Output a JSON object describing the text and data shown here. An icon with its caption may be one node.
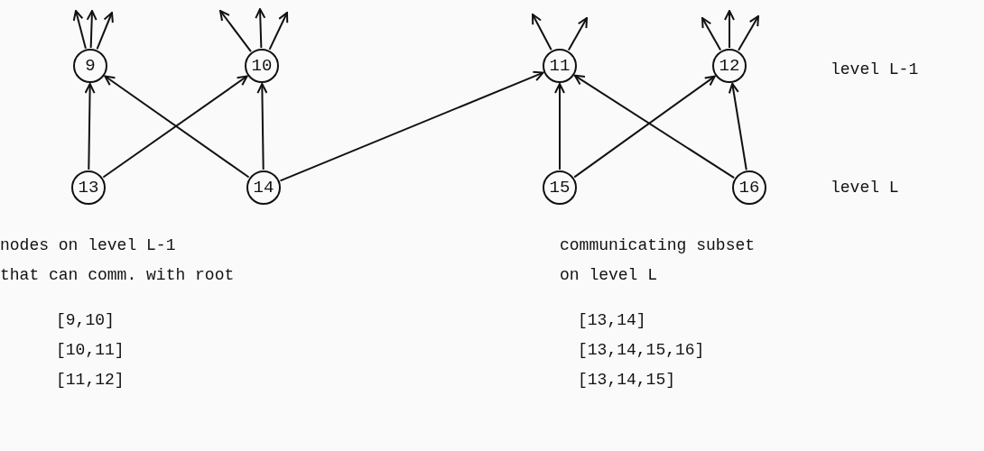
{
  "diagram": {
    "nodes": [
      {
        "text": [
          "9"
        ]
      },
      {
        "text": [
          "10"
        ]
      },
      {
        "text": [
          "11"
        ]
      },
      {
        "text": [
          "12"
        ]
      },
      {
        "text": [
          "13"
        ]
      },
      {
        "text": [
          "14"
        ]
      },
      {
        "text": [
          "15"
        ]
      },
      {
        "text": [
          "16"
        ]
      }
    ],
    "edges": [
      {
        "from": 0,
        "to": null,
        "arrow": "to"
      },
      {
        "from": 0,
        "to": null,
        "arrow": "to"
      },
      {
        "from": 0,
        "to": null,
        "arrow": "to"
      },
      {
        "from": 1,
        "to": null,
        "arrow": "to"
      },
      {
        "from": 1,
        "to": null,
        "arrow": "to"
      },
      {
        "from": 1,
        "to": null,
        "arrow": "to"
      },
      {
        "from": 2,
        "to": null,
        "arrow": "to"
      },
      {
        "from": 2,
        "to": null,
        "arrow": "to"
      },
      {
        "from": 3,
        "to": null,
        "arrow": "to"
      },
      {
        "from": 3,
        "to": null,
        "arrow": "to"
      },
      {
        "from": 3,
        "to": null,
        "arrow": "to"
      },
      {
        "from": 4,
        "to": 0,
        "arrow": "to"
      },
      {
        "from": 4,
        "to": 1,
        "arrow": "to"
      },
      {
        "from": 5,
        "to": 0,
        "arrow": "to"
      },
      {
        "from": 5,
        "to": 1,
        "arrow": "to"
      },
      {
        "from": 5,
        "to": 2,
        "arrow": "to"
      },
      {
        "from": 6,
        "to": 2,
        "arrow": "to"
      },
      {
        "from": 6,
        "to": 3,
        "arrow": "to"
      },
      {
        "from": 7,
        "to": 2,
        "arrow": "to"
      },
      {
        "from": 7,
        "to": 3,
        "arrow": "to"
      }
    ],
    "labels": [
      "level L-1",
      "level L",
      "nodes on level L-1",
      "communicating subset",
      "that can comm. with root",
      "on level L",
      "[9,10]",
      "[13,14]",
      "[10,11]",
      "[13,14,15,16]",
      "[11,12]",
      "[13,14,15]"
    ]
  }
}
